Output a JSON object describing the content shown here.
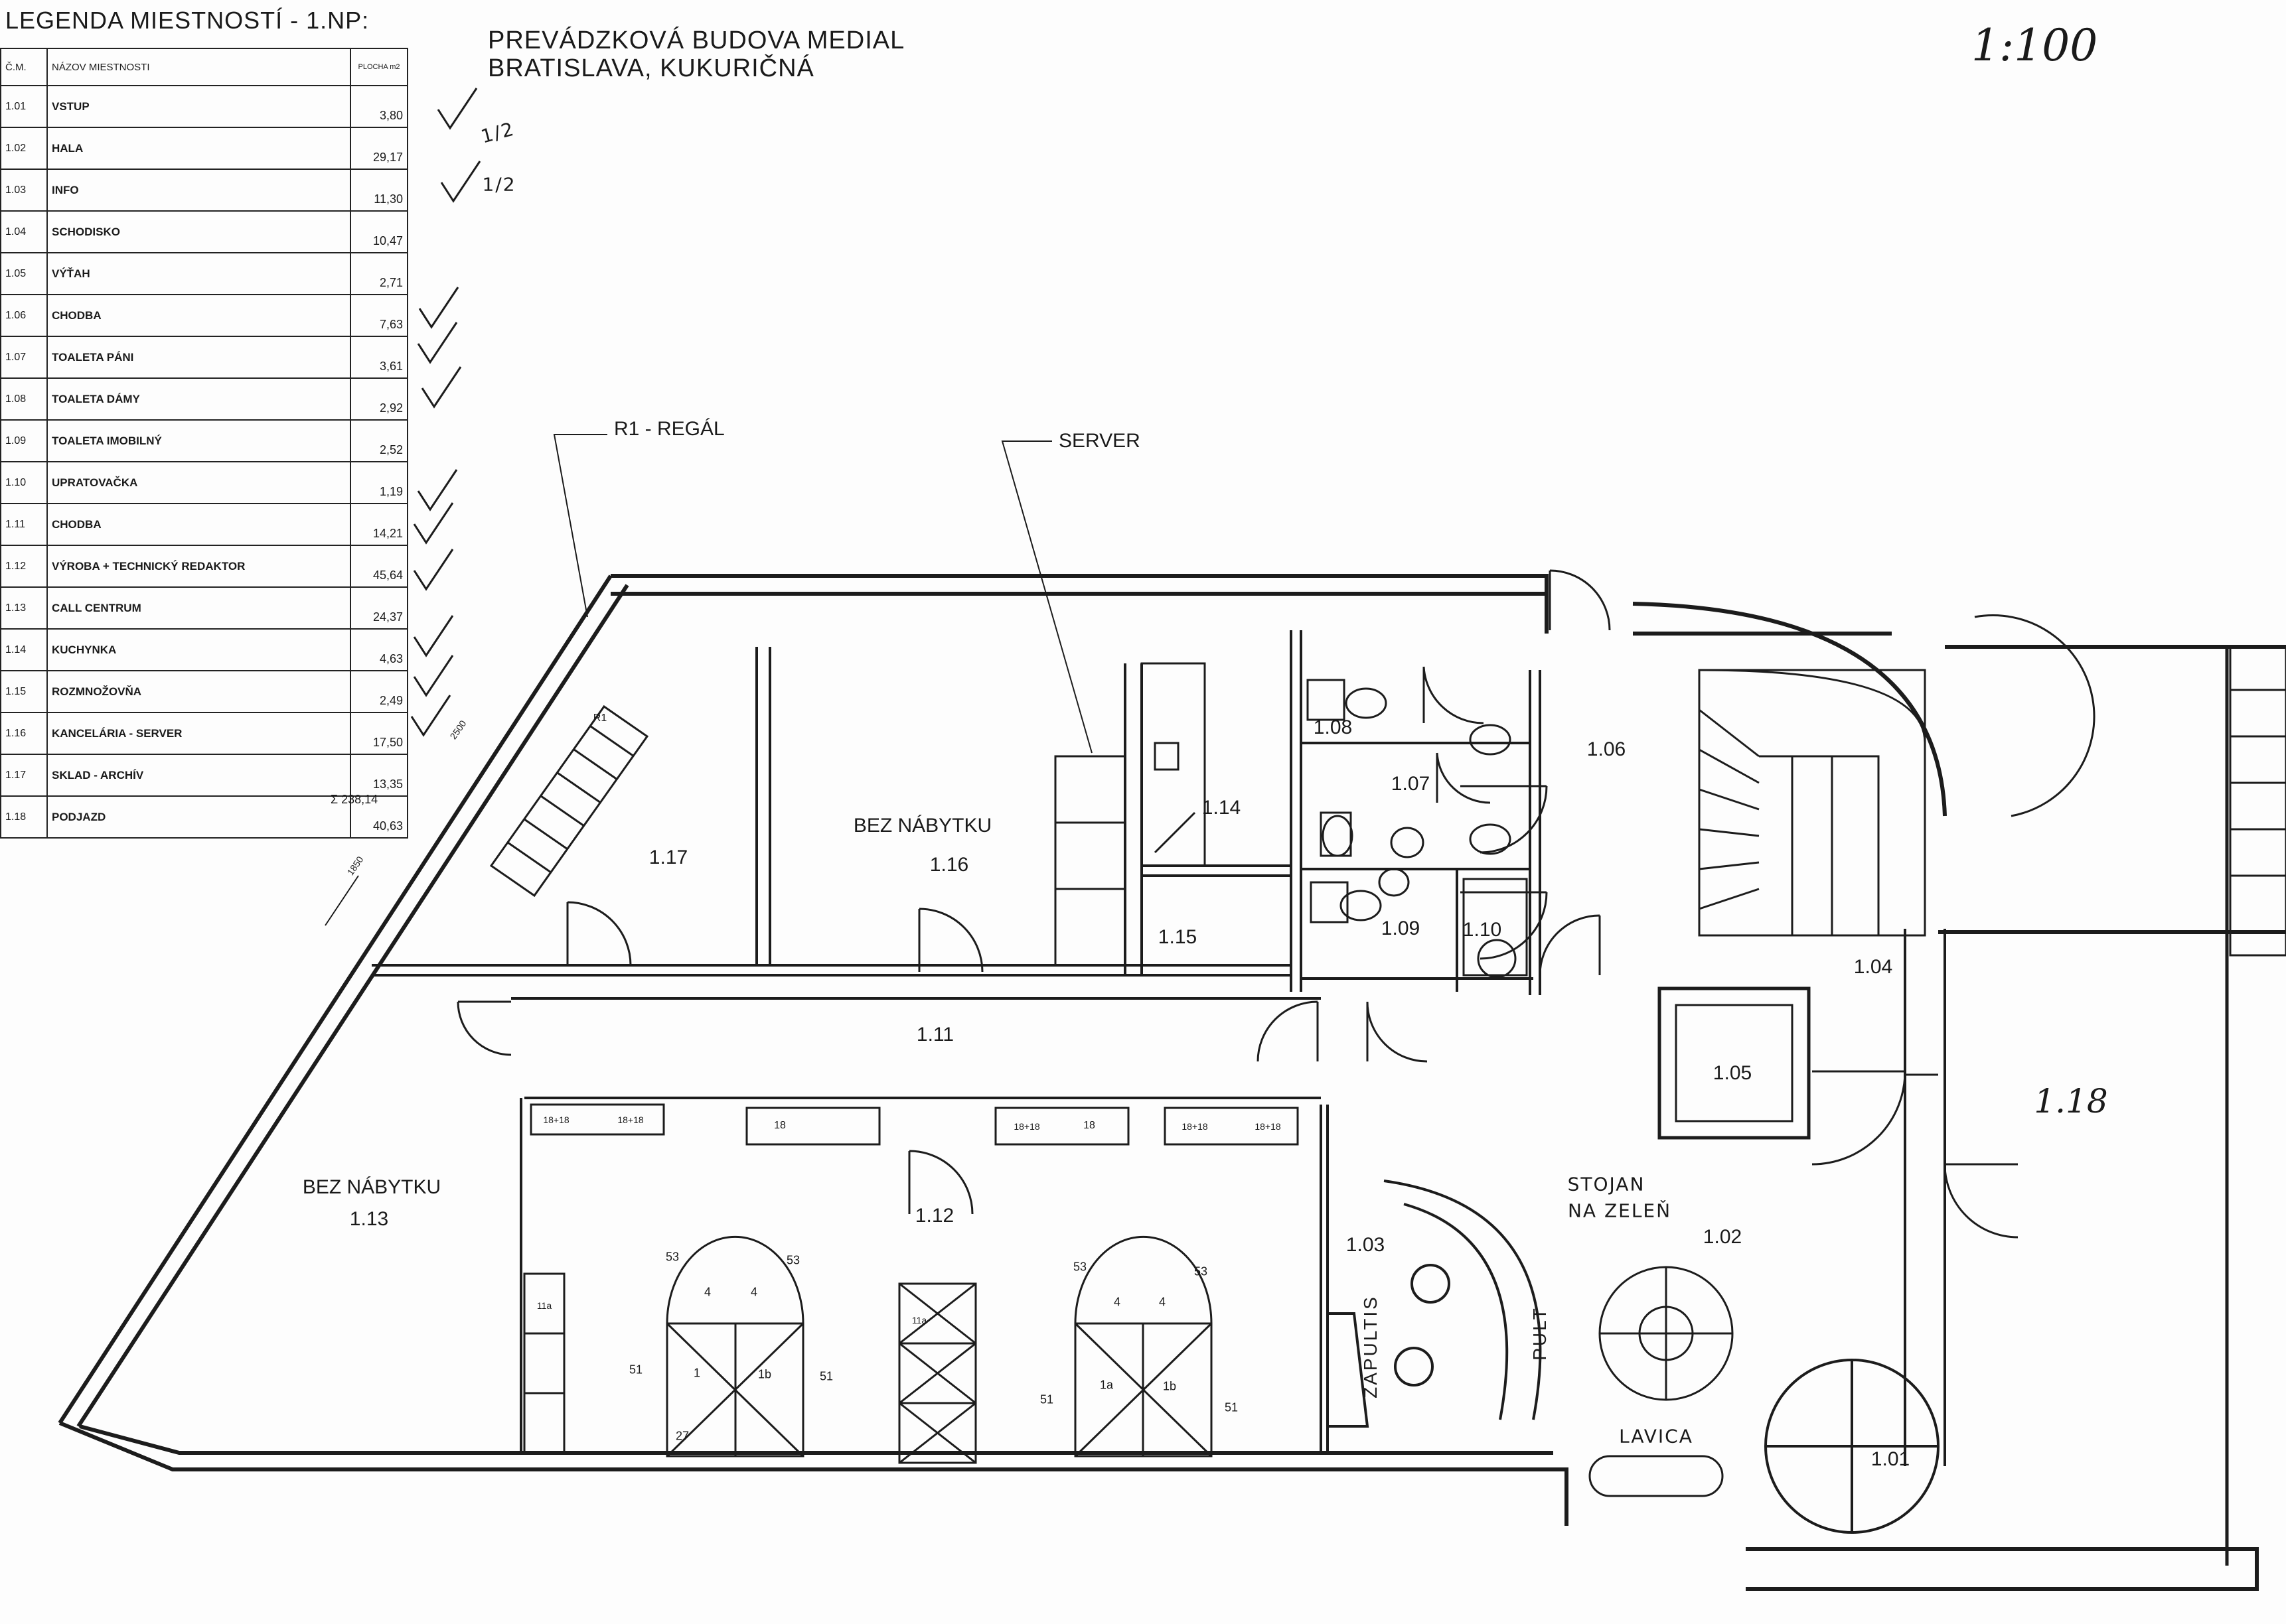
{
  "legend": {
    "title": "LEGENDA MIESTNOSTÍ - 1.NP:",
    "headers": {
      "no": "Č.M.",
      "name": "NÁZOV MIESTNOSTI",
      "area": "PLOCHA m2"
    },
    "rows": [
      {
        "no": "1.01",
        "name": "VSTUP",
        "area": "3,80"
      },
      {
        "no": "1.02",
        "name": "HALA",
        "area": "29,17"
      },
      {
        "no": "1.03",
        "name": "INFO",
        "area": "11,30"
      },
      {
        "no": "1.04",
        "name": "SCHODISKO",
        "area": "10,47"
      },
      {
        "no": "1.05",
        "name": "VÝŤAH",
        "area": "2,71"
      },
      {
        "no": "1.06",
        "name": "CHODBA",
        "area": "7,63"
      },
      {
        "no": "1.07",
        "name": "TOALETA PÁNI",
        "area": "3,61"
      },
      {
        "no": "1.08",
        "name": "TOALETA DÁMY",
        "area": "2,92"
      },
      {
        "no": "1.09",
        "name": "TOALETA IMOBILNÝ",
        "area": "2,52"
      },
      {
        "no": "1.10",
        "name": "UPRATOVAČKA",
        "area": "1,19"
      },
      {
        "no": "1.11",
        "name": "CHODBA",
        "area": "14,21"
      },
      {
        "no": "1.12",
        "name": "VÝROBA + TECHNICKÝ REDAKTOR",
        "area": "45,64"
      },
      {
        "no": "1.13",
        "name": "CALL CENTRUM",
        "area": "24,37"
      },
      {
        "no": "1.14",
        "name": "KUCHYNKA",
        "area": "4,63"
      },
      {
        "no": "1.15",
        "name": "ROZMNOŽOVŇA",
        "area": "2,49"
      },
      {
        "no": "1.16",
        "name": "KANCELÁRIA - SERVER",
        "area": "17,50"
      },
      {
        "no": "1.17",
        "name": "SKLAD - ARCHÍV",
        "area": "13,35"
      },
      {
        "no": "1.18",
        "name": "PODJAZD",
        "area": "40,63"
      }
    ],
    "sum": "Σ 238,14"
  },
  "project": {
    "line1": "PREVÁDZKOVÁ BUDOVA MEDIAL",
    "line2": "BRATISLAVA, KUKURIČNÁ"
  },
  "scale": "1:100",
  "annotations": {
    "half1": "1/2",
    "half2": "1/2",
    "regal": "R1 - REGÁL",
    "server": "SERVER",
    "bez1": "BEZ NÁBYTKU",
    "bez2": "BEZ NÁBYTKU",
    "stojan1": "STOJAN",
    "stojan2": "NA ZELEŇ",
    "pult": "PULT",
    "zapultis": "ZAPULTIS",
    "lavica": "LAVICA",
    "r1": "R1",
    "dim1": "2500",
    "dim2": "1850"
  },
  "rooms": {
    "r101": "1.01",
    "r102": "1.02",
    "r103": "1.03",
    "r104": "1.04",
    "r105": "1.05",
    "r106": "1.06",
    "r107": "1.07",
    "r108": "1.08",
    "r109": "1.09",
    "r110": "1.10",
    "r111": "1.11",
    "r112": "1.12",
    "r113": "1.13",
    "r114": "1.14",
    "r115": "1.15",
    "r116": "1.16",
    "r117": "1.17",
    "r118": "1.18"
  },
  "furniture": {
    "f1": "1",
    "f1a": "1a",
    "f1b": "1b",
    "f4": "4",
    "f27": "27",
    "f51": "51",
    "f53": "53",
    "f18": "18",
    "f18b": "18+18",
    "f11a": "11a"
  }
}
